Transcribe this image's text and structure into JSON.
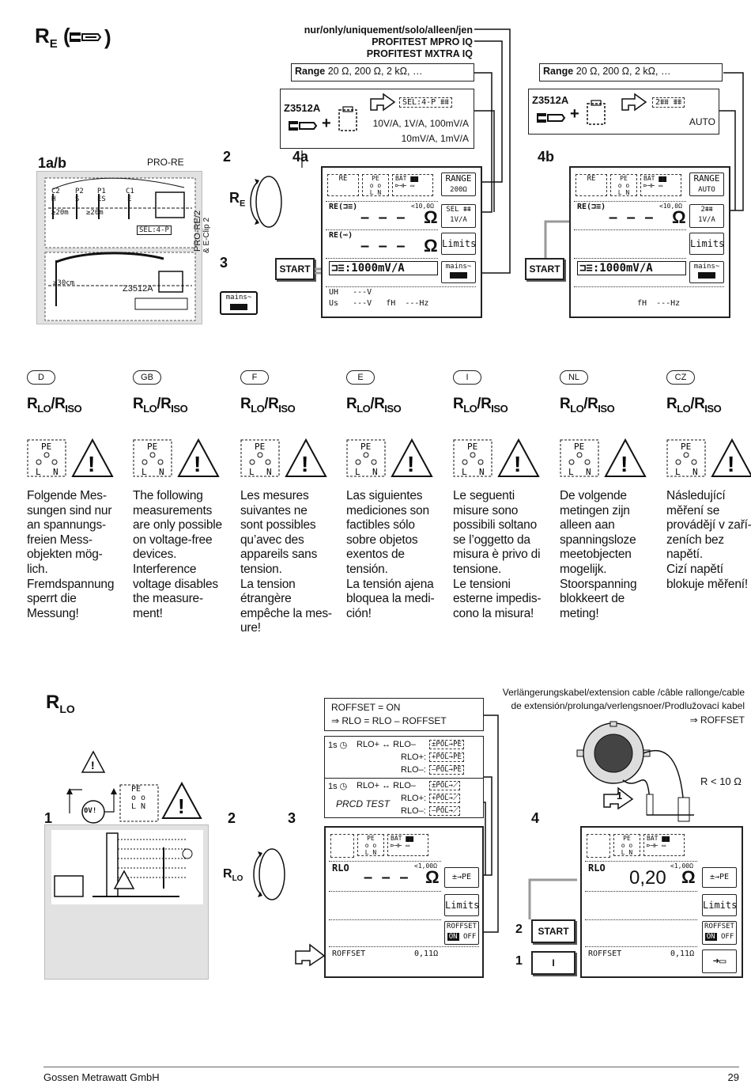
{
  "top": {
    "heading": "R",
    "heading_sub": "E",
    "heading_paren_open": "(",
    "heading_paren_close": ")",
    "variant_header": "nur/only/uniquement/solo/alleen/jen",
    "variant_models": [
      "PROFITEST MPRO IQ",
      "PROFITEST MXTRA IQ"
    ],
    "range_label": "Range",
    "range_values": "20 Ω, 200 Ω, 2 kΩ, …",
    "z_left": "Z3512A",
    "z_sel": "SEL:4-P",
    "z_ranges": [
      "10V/A, 1V/A, 100mV/A",
      "10mV/A, 1mV/A"
    ],
    "z_right": "Z3512A",
    "z_auto": "AUTO",
    "step_1ab": "1a/b",
    "pro_re": "PRO-RE",
    "diagram_labels": [
      "C2",
      "P2",
      "P1",
      "C1",
      "H",
      "S",
      "ES",
      "E"
    ],
    "dist_20": "≥20m",
    "dist_20b": "≥20m",
    "sel_4p": "SEL:4-P",
    "dist_30": "≥30cm",
    "z3512a_diag": "Z3512A",
    "pro_re2": "PRO-RE/2",
    "eclip": "& E-Clip 2",
    "step_2": "2",
    "step_3": "3",
    "step_4a": "4a",
    "step_4b": "4b",
    "re_rot": "R",
    "re_rot_sub": "E",
    "start": "START",
    "mains": "mains",
    "lcd": {
      "re_label": "RE",
      "pe": "PE",
      "l": "L",
      "n": "N",
      "bat": "BAT",
      "range_key": "RANGE",
      "range_200": "200Ω",
      "range_auto": "AUTO",
      "re_row1": "RE(⊐≡)",
      "lim10": "<10,0Ω",
      "dashes": "– – –",
      "ohm": "Ω",
      "sel_key": "SEL",
      "sel_1va": "1V/A",
      "re_row2": "RE(⊸)",
      "limits": "Limits",
      "mains_key": "mains",
      "current": ":1000mV/A",
      "uh": "UH   ---V",
      "us": "Us   ---V   fH  ---Hz",
      "fh_only": "fH  ---Hz"
    }
  },
  "languages": [
    {
      "tag": "D",
      "text": "Folgende Mes-\nsungen sind nur\nan spannungs-\nfreien Mess-\nobjekten mög-\nlich.\nFremdspannung\nsperrt die\nMessung!"
    },
    {
      "tag": "GB",
      "text": "The following\nmeasurements\nare only possible\non voltage-free\ndevices.\nInterference\nvoltage disables\nthe measure-\nment!"
    },
    {
      "tag": "F",
      "text": "Les mesures\nsuivantes ne\nsont possibles\nqu’avec des\nappareils sans\ntension.\nLa tension\nétrangère\nempêche la mes-\nure!"
    },
    {
      "tag": "E",
      "text": "Las siguientes\nmediciones son\nfactibles sólo\nsobre objetos\nexentos de\ntensión.\nLa tensión ajena\nbloquea la medi-\nción!"
    },
    {
      "tag": "I",
      "text": "Le seguenti\nmisure sono\npossibili soltano\nse l’oggetto da\nmisura è privo di\ntensione.\nLe tensioni\nesterne impedis-\ncono la misura!"
    },
    {
      "tag": "NL",
      "text": "De volgende\nmetingen zijn\nalleen aan\nspanningsloze\nmeetobjecten\nmogelijk.\nStoorspanning\nblokkeert de\nmeting!"
    },
    {
      "tag": "CZ",
      "text": "Následující\nměření se\nprovádějí v zaří-\nzeních bez\nnapětí.\nCizí napětí\nblokuje měření!"
    }
  ],
  "lang_title": {
    "r": "R",
    "lo": "LO",
    "slash": "/R",
    "iso": "ISO"
  },
  "bottom": {
    "heading": "R",
    "heading_sub": "LO",
    "step_1": "1",
    "step_2": "2",
    "step_3": "3",
    "step_4": "4",
    "ov": "0V!",
    "rlo_rot": "R",
    "rlo_rot_sub": "LO",
    "roffset_on": "ROFFSET = ON",
    "roffset_formula": "⇒ RLO = RLO – ROFFSET",
    "pol_1s": "1s",
    "pol_rows_a": [
      "RLO+ ↔ RLO–",
      "RLO+:",
      "RLO–:"
    ],
    "pol_keys_a": [
      "±POL→PE",
      "+POL→PE",
      "–POL→PE"
    ],
    "pol_rows_b": [
      "RLO+ ↔ RLO–",
      "RLO+:",
      "RLO–:"
    ],
    "pol_keys_b": [
      "±POL→⟋",
      "+POL→⟋",
      "–POL→⟋"
    ],
    "prcd": "PRCD TEST",
    "ext_cable": [
      "Verlängerungskabel/extension cable /câble rallonge/cable",
      "de extensión/prolunga/verlengsnoer/Prodlužovací kabel"
    ],
    "arrow_roffset": "⇒ ROFFSET",
    "r_lt": "R < 10 Ω",
    "one": "1",
    "lcd": {
      "rlo": "RLO",
      "lim1": "<1,00Ω",
      "dashes": "– – –",
      "ohm": "Ω",
      "value": "0,20",
      "pol_key": "±→PE",
      "limits": "Limits",
      "roffset_key": "ROFFSET",
      "on": "ON",
      "off": "OFF",
      "roffset_row": "ROFFSET",
      "roffset_val": "0,11Ω"
    },
    "start": "START",
    "i_btn": "I"
  },
  "footer": {
    "company": "Gossen Metrawatt GmbH",
    "page": "29"
  }
}
